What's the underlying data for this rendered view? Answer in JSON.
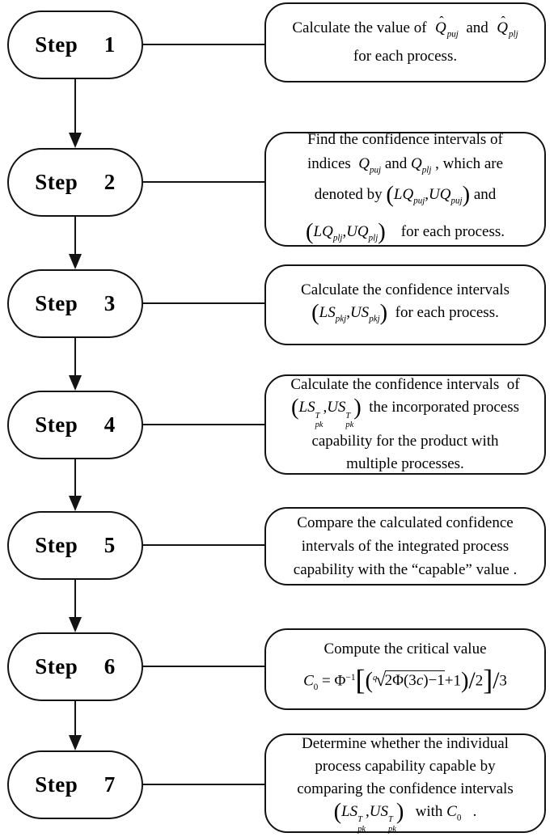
{
  "colors": {
    "stroke": "#131313",
    "background": "#ffffff",
    "text": "#000000"
  },
  "steps": [
    {
      "label": "Step  1",
      "lines": [
        [
          {
            "t": "Calculate the value of  ",
            "s": "n"
          },
          {
            "t": "Q",
            "s": "hat"
          },
          {
            "t": "puj",
            "s": "sub"
          },
          {
            "t": "  and  ",
            "s": "n"
          },
          {
            "t": "Q",
            "s": "hat"
          },
          {
            "t": "plj",
            "s": "sub"
          }
        ],
        [
          {
            "t": "for each process.",
            "s": "n"
          }
        ]
      ]
    },
    {
      "label": "Step  2",
      "lines": [
        [
          {
            "t": "Find the confidence intervals of",
            "s": "n"
          }
        ],
        [
          {
            "t": "indices  ",
            "s": "n"
          },
          {
            "t": "Q",
            "s": "i"
          },
          {
            "t": "puj",
            "s": "sub"
          },
          {
            "t": " and ",
            "s": "n"
          },
          {
            "t": "Q",
            "s": "i"
          },
          {
            "t": "plj",
            "s": "sub"
          },
          {
            "t": " , which are",
            "s": "n"
          }
        ],
        [
          {
            "t": "denoted by ",
            "s": "n"
          },
          {
            "t": "(",
            "s": "big"
          },
          {
            "t": "LQ",
            "s": "i"
          },
          {
            "t": "puj",
            "s": "sub"
          },
          {
            "t": ",",
            "s": "n"
          },
          {
            "t": "UQ",
            "s": "i"
          },
          {
            "t": "puj",
            "s": "sub"
          },
          {
            "t": ")",
            "s": "big"
          },
          {
            "t": " and",
            "s": "n"
          }
        ],
        [
          {
            "t": "(",
            "s": "big"
          },
          {
            "t": "LQ",
            "s": "i"
          },
          {
            "t": "plj",
            "s": "sub"
          },
          {
            "t": ",",
            "s": "n"
          },
          {
            "t": "UQ",
            "s": "i"
          },
          {
            "t": "plj",
            "s": "sub"
          },
          {
            "t": ")",
            "s": "big"
          },
          {
            "t": "    for each process.",
            "s": "n"
          }
        ]
      ]
    },
    {
      "label": "Step  3",
      "lines": [
        [
          {
            "t": "Calculate the confidence intervals",
            "s": "n"
          }
        ],
        [
          {
            "t": "(",
            "s": "big"
          },
          {
            "t": "LS",
            "s": "i"
          },
          {
            "t": "pkj",
            "s": "sub"
          },
          {
            "t": ",",
            "s": "n"
          },
          {
            "t": "US",
            "s": "i"
          },
          {
            "t": "pkj",
            "s": "sub"
          },
          {
            "t": ")",
            "s": "big"
          },
          {
            "t": "  for each process.",
            "s": "n"
          }
        ]
      ]
    },
    {
      "label": "Step  4",
      "lines": [
        [
          {
            "t": "Calculate the confidence intervals  of",
            "s": "n"
          }
        ],
        [
          {
            "t": "(",
            "s": "big"
          },
          {
            "t": "LS",
            "s": "i"
          },
          {
            "t": "T|pk",
            "s": "stk"
          },
          {
            "t": ",",
            "s": "n"
          },
          {
            "t": "US",
            "s": "i"
          },
          {
            "t": "T|pk",
            "s": "stk"
          },
          {
            "t": ")",
            "s": "big"
          },
          {
            "t": "  the incorporated process",
            "s": "n"
          }
        ],
        [
          {
            "t": "capability for the product with",
            "s": "n"
          }
        ],
        [
          {
            "t": "multiple processes.",
            "s": "n"
          }
        ]
      ]
    },
    {
      "label": "Step  5",
      "lines": [
        [
          {
            "t": "Compare the calculated confidence",
            "s": "n"
          }
        ],
        [
          {
            "t": "intervals of the integrated process",
            "s": "n"
          }
        ],
        [
          {
            "t": "capability with the “capable” value .",
            "s": "n"
          }
        ]
      ]
    },
    {
      "label": "Step  6",
      "lines": [
        [
          {
            "t": "Compute the critical value",
            "s": "n"
          }
        ],
        [
          {
            "t": "C",
            "s": "i"
          },
          {
            "t": "0",
            "s": "subn"
          },
          {
            "t": " = Φ",
            "s": "n"
          },
          {
            "t": "−1",
            "s": "supn"
          },
          {
            "t": "[",
            "s": "bk"
          },
          {
            "t": "(",
            "s": "big"
          },
          {
            "t": "q",
            "s": "radix"
          },
          {
            "t": "√",
            "s": "sqrt"
          },
          {
            "t": "2Φ(3",
            "s": "rad"
          },
          {
            "t": "c",
            "s": "radi"
          },
          {
            "t": ")−1",
            "s": "rad"
          },
          {
            "t": "+1",
            "s": "n"
          },
          {
            "t": ")",
            "s": "big"
          },
          {
            "t": "/",
            "s": "slash"
          },
          {
            "t": "2",
            "s": "n"
          },
          {
            "t": "]",
            "s": "bk"
          },
          {
            "t": "/",
            "s": "slash"
          },
          {
            "t": "3",
            "s": "n"
          }
        ]
      ]
    },
    {
      "label": "Step  7",
      "lines": [
        [
          {
            "t": "Determine whether the individual",
            "s": "n"
          }
        ],
        [
          {
            "t": "process capability capable by",
            "s": "n"
          }
        ],
        [
          {
            "t": "comparing the confidence intervals",
            "s": "n"
          }
        ],
        [
          {
            "t": "(",
            "s": "big"
          },
          {
            "t": "LS",
            "s": "i"
          },
          {
            "t": "T|pk",
            "s": "stk"
          },
          {
            "t": ",",
            "s": "n"
          },
          {
            "t": "US",
            "s": "i"
          },
          {
            "t": "T|pk",
            "s": "stk"
          },
          {
            "t": ")",
            "s": "big"
          },
          {
            "t": "   with ",
            "s": "n"
          },
          {
            "t": "C",
            "s": "i"
          },
          {
            "t": "0",
            "s": "subn"
          },
          {
            "t": "   .",
            "s": "n"
          }
        ]
      ]
    }
  ]
}
